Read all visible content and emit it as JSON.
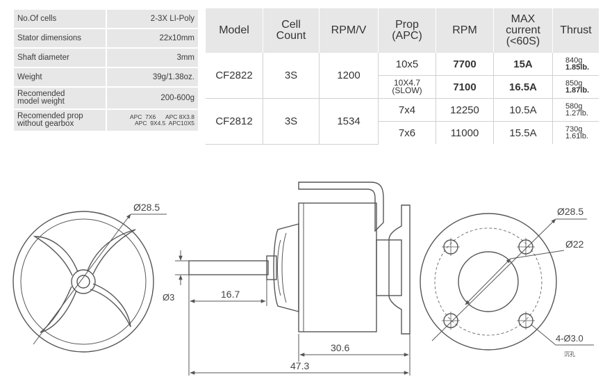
{
  "specs": {
    "rows": [
      {
        "label": "No.Of cells",
        "value": "2-3X LI-Poly"
      },
      {
        "label": "Stator dimensions",
        "value": "22x10mm"
      },
      {
        "label": "Shaft diameter",
        "value": "3mm"
      },
      {
        "label": "Weight",
        "value": "39g/1.38oz."
      },
      {
        "label_line1": "Recomended",
        "label_line2": "model weight",
        "value": "200-600g"
      },
      {
        "label_line1": "Recomended prop",
        "label_line2": "without gearbox",
        "value_line1": "APC  7X6      APC 8X3.8",
        "value_line2": "APC  9X4.5  APC10X5"
      }
    ]
  },
  "table": {
    "headers": {
      "model": "Model",
      "cell_count": "Cell\nCount",
      "rpm_per_v": "RPM/V",
      "prop": "Prop\n(APC)",
      "rpm": "RPM",
      "max_current": "MAX\ncurrent\n(<60S)",
      "thrust": "Thrust"
    },
    "groups": [
      {
        "model": "CF2822",
        "cells": "3S",
        "rpm_v": "1200",
        "rows": [
          {
            "prop": "10x5",
            "rpm": "7700",
            "current": "15A",
            "thrust_g": "840g",
            "thrust_lb": "1.85lb."
          },
          {
            "prop_line1": "10X4.7",
            "prop_line2": "(SLOW)",
            "rpm": "7100",
            "current": "16.5A",
            "thrust_g": "850g",
            "thrust_lb": "1.87lb."
          }
        ]
      },
      {
        "model": "CF2812",
        "cells": "3S",
        "rpm_v": "1534",
        "rows": [
          {
            "prop": "7x4",
            "rpm": "12250",
            "current": "10.5A",
            "thrust_g": "580g",
            "thrust_lb": "1.27lb."
          },
          {
            "prop": "7x6",
            "rpm": "11000",
            "current": "15.5A",
            "thrust_g": "730g",
            "thrust_lb": "1.61lb."
          }
        ]
      }
    ]
  },
  "drawing": {
    "front_diameter": "Ø28.5",
    "shaft_diameter": "Ø3",
    "shaft_length": "16.7",
    "body_length": "30.6",
    "total_length": "47.3",
    "mount_outer": "Ø28.5",
    "mount_inner": "Ø22",
    "mount_holes": "4-Ø3.0",
    "mount_note": "沉孔"
  }
}
